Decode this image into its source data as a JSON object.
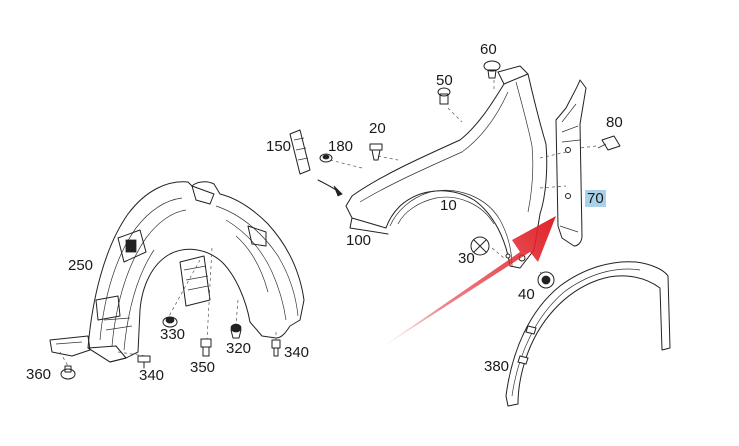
{
  "highlight_color": "#a9d1ea",
  "arrow_color": "#e0242b",
  "part_labels": {
    "p10": "10",
    "p20": "20",
    "p30": "30",
    "p40": "40",
    "p50": "50",
    "p60": "60",
    "p70": "70",
    "p80": "80",
    "p100": "100",
    "p150": "150",
    "p180": "180",
    "p250": "250",
    "p320": "320",
    "p330": "330",
    "p340a": "340",
    "p340b": "340",
    "p350": "350",
    "p360": "360",
    "p380": "380"
  }
}
